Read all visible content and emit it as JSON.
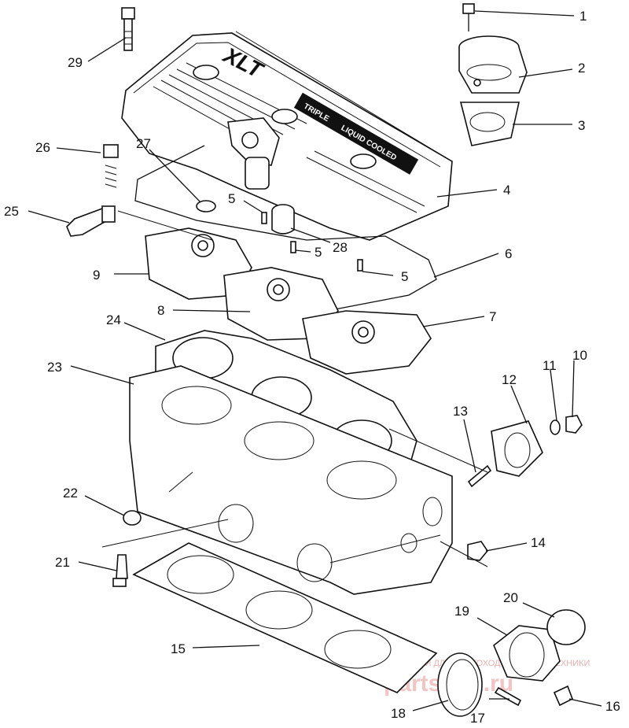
{
  "callouts": [
    {
      "id": "1",
      "text": "1"
    },
    {
      "id": "2",
      "text": "2"
    },
    {
      "id": "3",
      "text": "3"
    },
    {
      "id": "4",
      "text": "4"
    },
    {
      "id": "5a",
      "text": "5"
    },
    {
      "id": "5b",
      "text": "5"
    },
    {
      "id": "5c",
      "text": "5"
    },
    {
      "id": "6",
      "text": "6"
    },
    {
      "id": "7",
      "text": "7"
    },
    {
      "id": "8",
      "text": "8"
    },
    {
      "id": "9",
      "text": "9"
    },
    {
      "id": "10",
      "text": "10"
    },
    {
      "id": "11",
      "text": "11"
    },
    {
      "id": "12",
      "text": "12"
    },
    {
      "id": "13",
      "text": "13"
    },
    {
      "id": "14",
      "text": "14"
    },
    {
      "id": "15",
      "text": "15"
    },
    {
      "id": "16",
      "text": "16"
    },
    {
      "id": "17",
      "text": "17"
    },
    {
      "id": "18",
      "text": "18"
    },
    {
      "id": "19",
      "text": "19"
    },
    {
      "id": "20",
      "text": "20"
    },
    {
      "id": "21",
      "text": "21"
    },
    {
      "id": "22",
      "text": "22"
    },
    {
      "id": "23",
      "text": "23"
    },
    {
      "id": "24",
      "text": "24"
    },
    {
      "id": "25",
      "text": "25"
    },
    {
      "id": "26",
      "text": "26"
    },
    {
      "id": "27",
      "text": "27"
    },
    {
      "id": "28",
      "text": "28"
    },
    {
      "id": "29",
      "text": "29"
    }
  ],
  "cover": {
    "emblem": "XLT",
    "plate_text_1": "TRIPLE",
    "plate_text_2": "LIQUID COOLED"
  },
  "watermark": {
    "line1": "ЗАПЧАСТИ ДЛЯ СНЕГОХОДОВ И МОТОТЕХНИКИ",
    "line2": "partsbox.ru"
  },
  "colors": {
    "ink": "#111111",
    "paper": "#ffffff",
    "watermark": "#f2c4c4"
  }
}
